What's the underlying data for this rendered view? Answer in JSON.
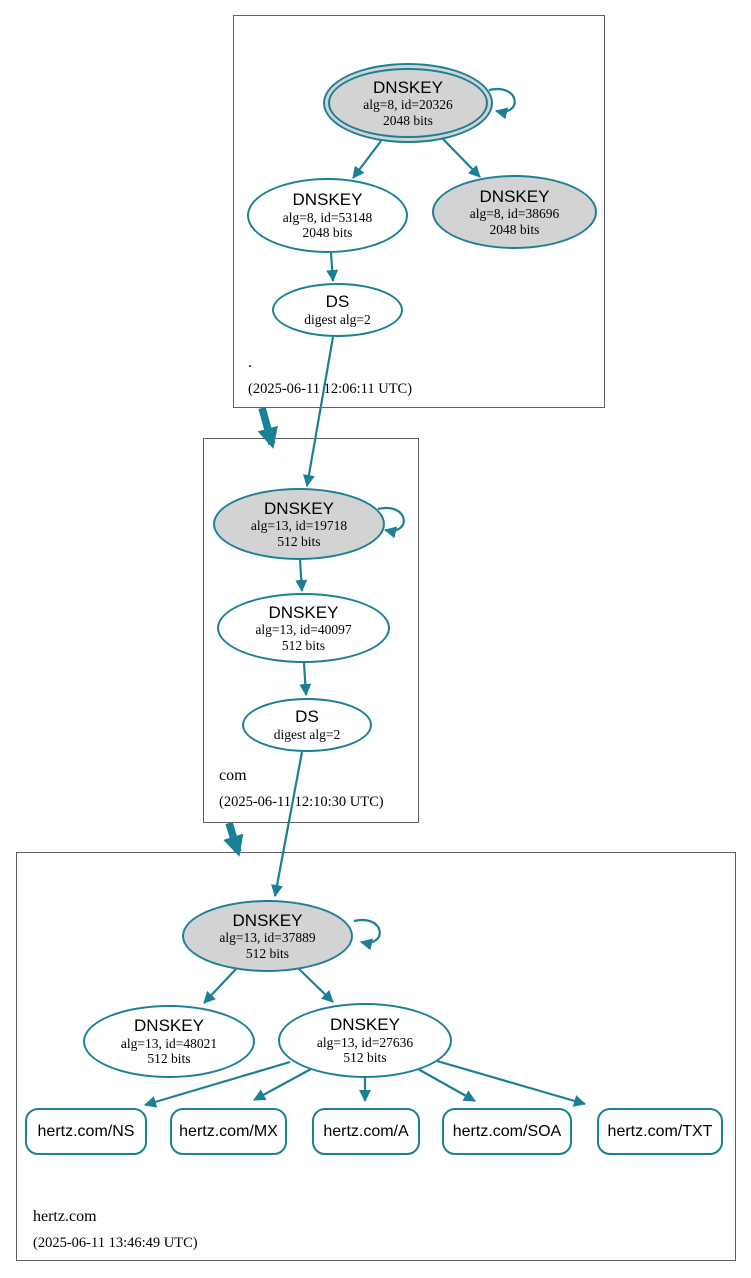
{
  "colors": {
    "accent": "#1b8095",
    "node_fill": "#d3d3d3",
    "box_border": "#5f5f5f"
  },
  "zones": {
    "root": {
      "label": ".",
      "timestamp": "(2025-06-11 12:06:11 UTC)",
      "ksk": {
        "title": "DNSKEY",
        "alg": "alg=8, id=20326",
        "bits": "2048 bits"
      },
      "zsk": {
        "title": "DNSKEY",
        "alg": "alg=8, id=53148",
        "bits": "2048 bits"
      },
      "ksk2": {
        "title": "DNSKEY",
        "alg": "alg=8, id=38696",
        "bits": "2048 bits"
      },
      "ds": {
        "title": "DS",
        "detail": "digest alg=2"
      }
    },
    "com": {
      "label": "com",
      "timestamp": "(2025-06-11 12:10:30 UTC)",
      "ksk": {
        "title": "DNSKEY",
        "alg": "alg=13, id=19718",
        "bits": "512 bits"
      },
      "zsk": {
        "title": "DNSKEY",
        "alg": "alg=13, id=40097",
        "bits": "512 bits"
      },
      "ds": {
        "title": "DS",
        "detail": "digest alg=2"
      }
    },
    "hertz": {
      "label": "hertz.com",
      "timestamp": "(2025-06-11 13:46:49 UTC)",
      "ksk": {
        "title": "DNSKEY",
        "alg": "alg=13, id=37889",
        "bits": "512 bits"
      },
      "zsk1": {
        "title": "DNSKEY",
        "alg": "alg=13, id=48021",
        "bits": "512 bits"
      },
      "zsk2": {
        "title": "DNSKEY",
        "alg": "alg=13, id=27636",
        "bits": "512 bits"
      },
      "rrsets": [
        {
          "label": "hertz.com/NS"
        },
        {
          "label": "hertz.com/MX"
        },
        {
          "label": "hertz.com/A"
        },
        {
          "label": "hertz.com/SOA"
        },
        {
          "label": "hertz.com/TXT"
        }
      ]
    }
  }
}
